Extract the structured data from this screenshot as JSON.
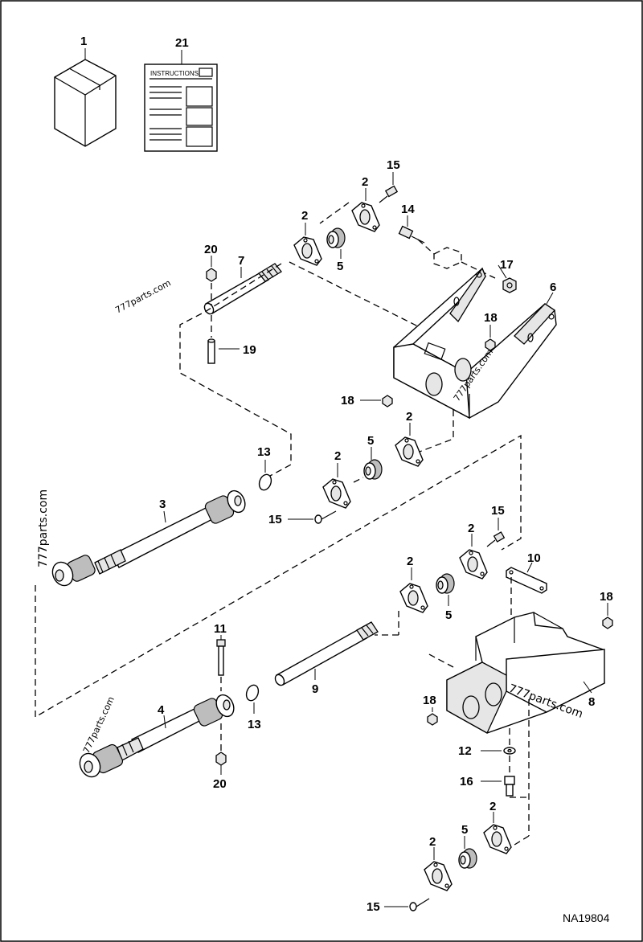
{
  "diagram": {
    "drawing_code": "NA19804",
    "instructions_title": "INSTRUCTIONS",
    "watermark": "777parts.com",
    "callouts": {
      "c1": "1",
      "c21": "21",
      "c15a": "15",
      "c2a": "2",
      "c2b": "2",
      "c14": "14",
      "c20a": "20",
      "c7": "7",
      "c5a": "5",
      "c17": "17",
      "c6": "6",
      "c18a": "18",
      "c19": "19",
      "c18b": "18",
      "c13a": "13",
      "c2c": "2",
      "c2d": "2",
      "c5b": "5",
      "c3": "3",
      "c15b": "15",
      "c15c": "15",
      "c2e": "2",
      "c2f": "2",
      "c10": "10",
      "c5c": "5",
      "c18c": "18",
      "c11": "11",
      "c9": "9",
      "c4": "4",
      "c13b": "13",
      "c8": "8",
      "c18d": "18",
      "c12": "12",
      "c20b": "20",
      "c16": "16",
      "c2g": "2",
      "c2h": "2",
      "c5d": "5",
      "c15d": "15"
    }
  }
}
